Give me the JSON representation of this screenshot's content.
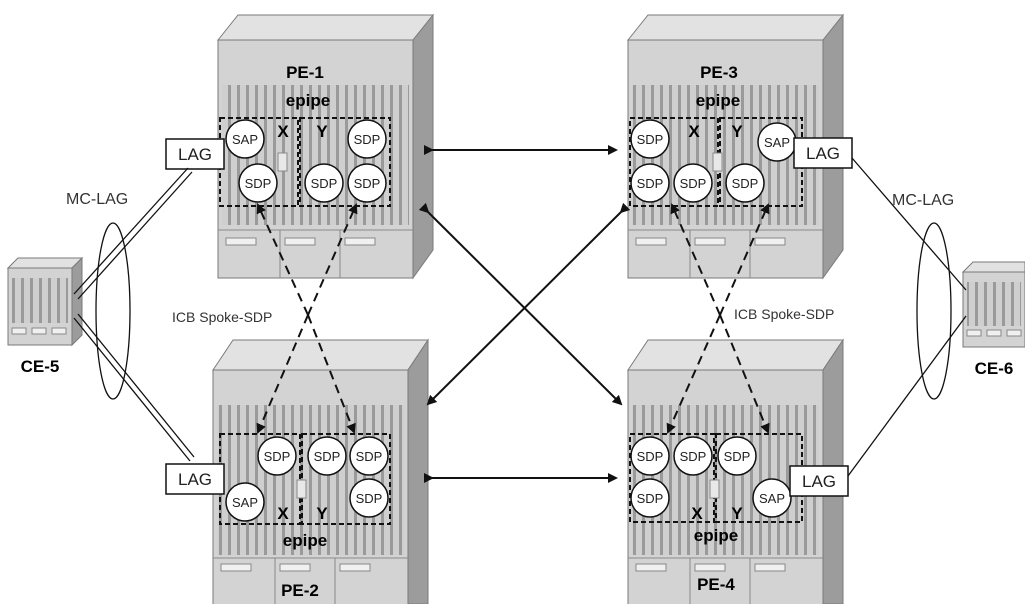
{
  "routers": {
    "pe1": {
      "name": "PE-1",
      "service": "epipe",
      "x_label": "X",
      "y_label": "Y"
    },
    "pe2": {
      "name": "PE-2",
      "service": "epipe",
      "x_label": "X",
      "y_label": "Y"
    },
    "pe3": {
      "name": "PE-3",
      "service": "epipe",
      "x_label": "X",
      "y_label": "Y"
    },
    "pe4": {
      "name": "PE-4",
      "service": "epipe",
      "x_label": "X",
      "y_label": "Y"
    }
  },
  "ce": {
    "left": "CE-5",
    "right": "CE-6"
  },
  "labels": {
    "sap": "SAP",
    "sdp": "SDP",
    "lag": "LAG",
    "mc_lag": "MC-LAG",
    "icb": "ICB Spoke-SDP"
  },
  "colors": {
    "chassis": "#d3d3d3",
    "chassis_dark": "#a8a8a8",
    "line": "#111111"
  }
}
